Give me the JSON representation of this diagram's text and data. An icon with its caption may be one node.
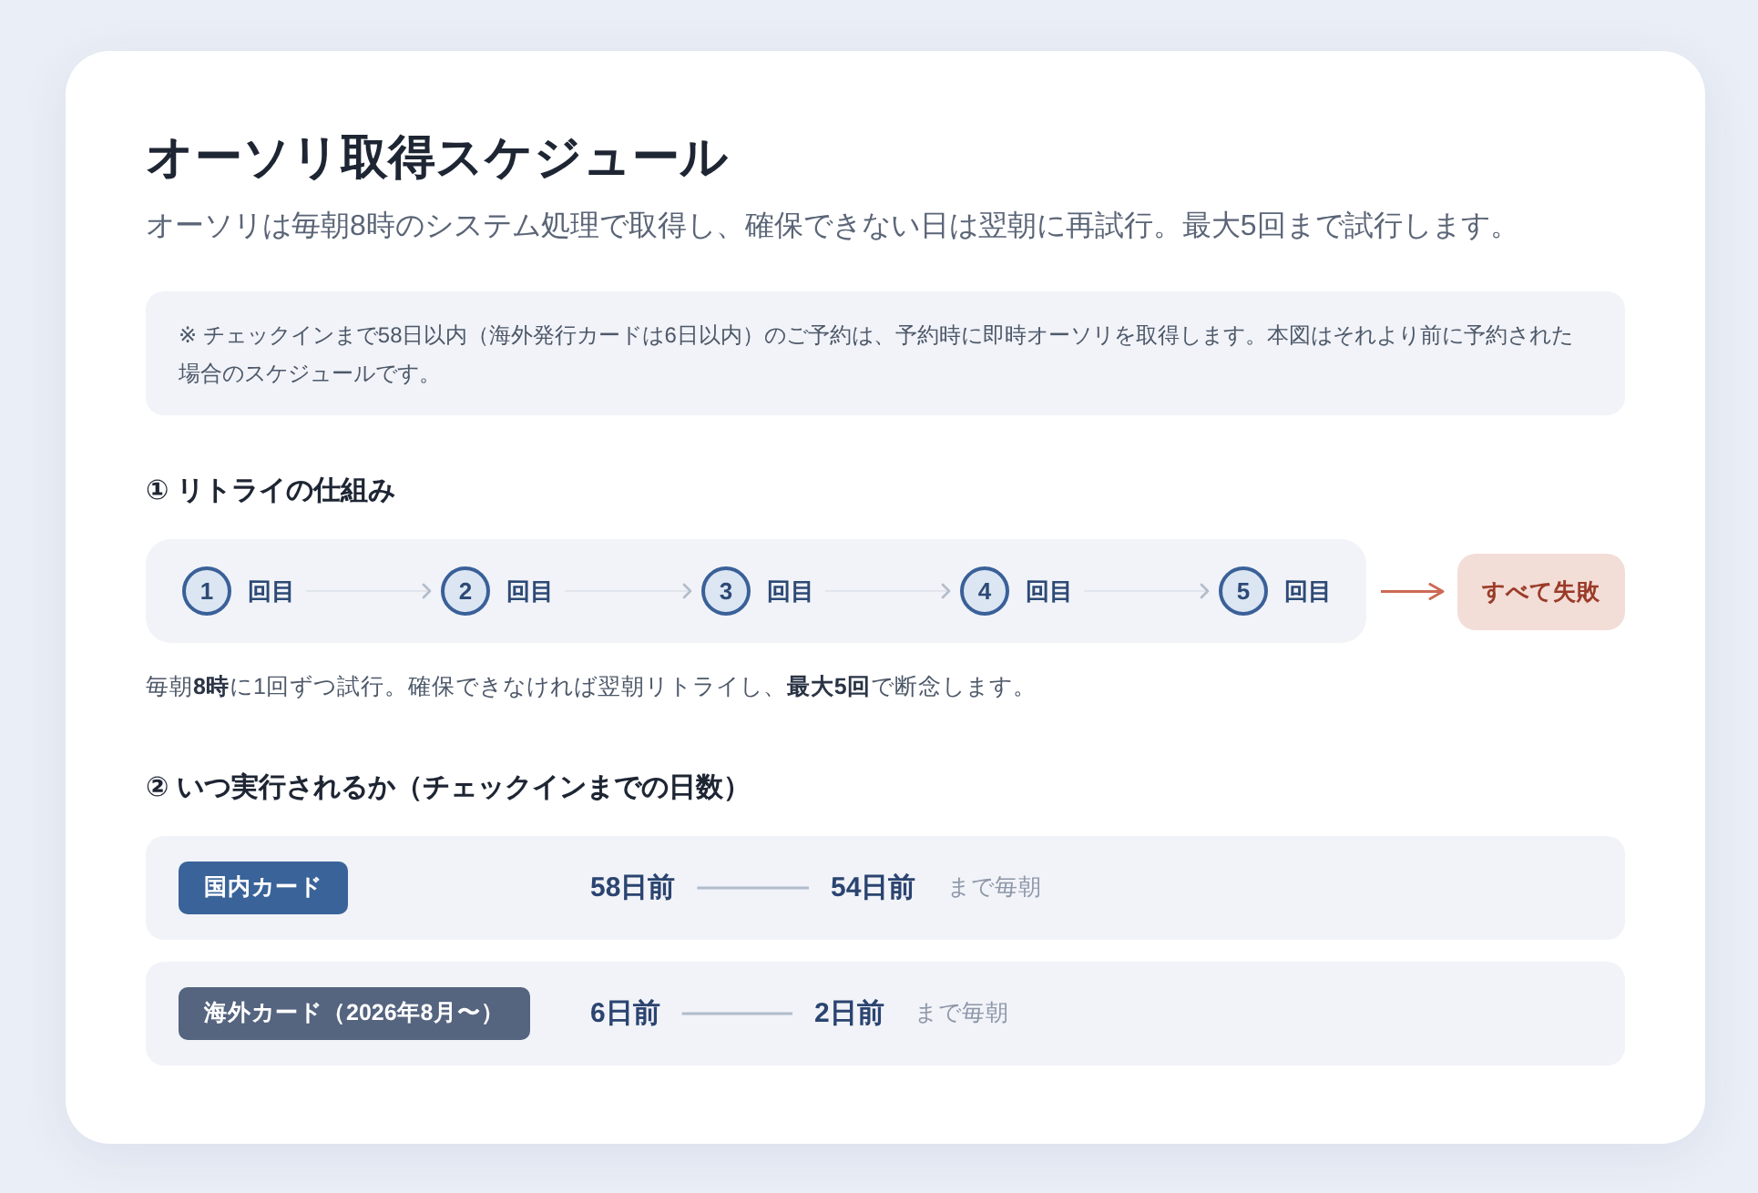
{
  "diagram": {
    "title": "オーソリ取得スケジュール",
    "nodes": [
      {
        "text": [
          "※ チェックインまで58日以内（海外発行カードは6日以内）のご予約は、予約時に即時オーソリを取得します。本図はそれより前に予約された場合のスケジュールです。"
        ]
      },
      {
        "text": [],
        "shape": "box"
      },
      {
        "text": [
          "1",
          "回目"
        ],
        "in": 1
      },
      {
        "text": [
          "2",
          "回目"
        ],
        "in": 1
      },
      {
        "text": [
          "3",
          "回目"
        ],
        "in": 1
      },
      {
        "text": [
          "4",
          "回目"
        ],
        "in": 1
      },
      {
        "text": [
          "5",
          "回目"
        ],
        "in": 1
      },
      {
        "text": [
          "すべて失敗"
        ]
      },
      {
        "text": [],
        "shape": "box"
      },
      {
        "text": [
          "国内カード"
        ],
        "in": 8
      },
      {
        "text": [
          "58日前"
        ],
        "in": 8
      },
      {
        "text": [
          "54日前"
        ],
        "in": 8,
        "beside": [
          "まで毎朝"
        ]
      },
      {
        "text": [],
        "shape": "box"
      },
      {
        "text": [
          "海外カード（2026年8月〜）"
        ],
        "in": 12
      },
      {
        "text": [
          "6日前"
        ],
        "in": 12
      },
      {
        "text": [
          "2日前"
        ],
        "in": 12,
        "beside": [
          "まで毎朝"
        ]
      }
    ],
    "edges": [
      {
        "from": 2,
        "to": 3,
        "arrow": "to"
      },
      {
        "from": 3,
        "to": 4,
        "arrow": "to"
      },
      {
        "from": 4,
        "to": 5,
        "arrow": "to"
      },
      {
        "from": 5,
        "to": 6,
        "arrow": "to"
      },
      {
        "from": 1,
        "to": 7,
        "arrow": "to",
        "color": "#cc6a55"
      },
      {
        "from": 10,
        "to": 11,
        "arrow": "none"
      },
      {
        "from": 14,
        "to": 15,
        "arrow": "none"
      }
    ],
    "labels": [
      "オーソリは毎朝8時のシステム処理で取得し、確保できない日は翌朝に再試行。最大5回まで試行します。",
      "① リトライの仕組み",
      "毎朝**8時**に1回ずつ試行。確保できなければ翌朝リトライし、**最大5回**で断念します。",
      "② いつ実行されるか（チェックインまでの日数）"
    ]
  }
}
